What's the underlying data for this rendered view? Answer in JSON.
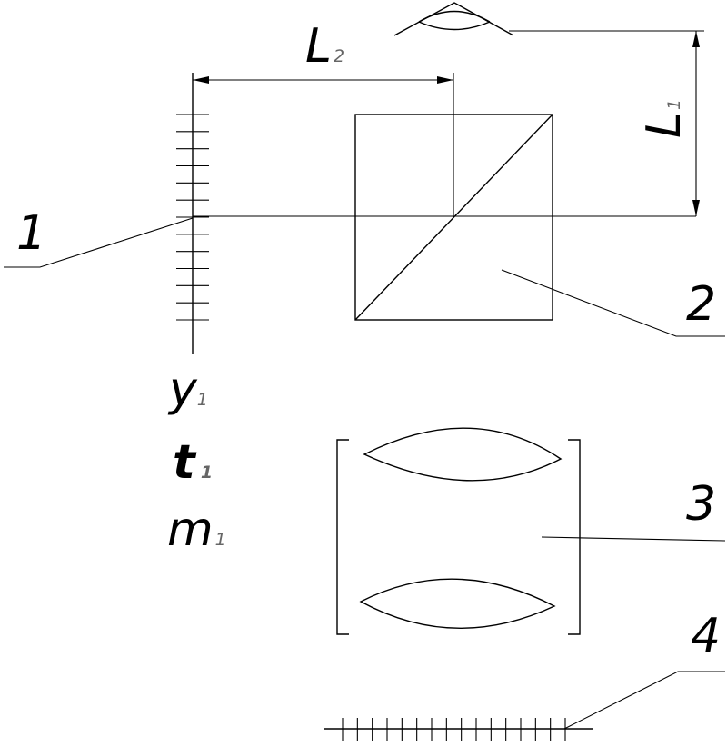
{
  "diagram": {
    "labels": {
      "L2": {
        "main": "L",
        "sub": "2"
      },
      "L1": {
        "main": "L",
        "sub": "1"
      },
      "y1": {
        "main": "y",
        "sub": "1"
      },
      "t1": {
        "main": "t",
        "sub": "1"
      },
      "m1": {
        "main": "m",
        "sub": "1"
      }
    },
    "callouts": [
      "1",
      "2",
      "3",
      "4"
    ],
    "scale1_tick_count": 13,
    "scale4_tick_count": 16
  }
}
